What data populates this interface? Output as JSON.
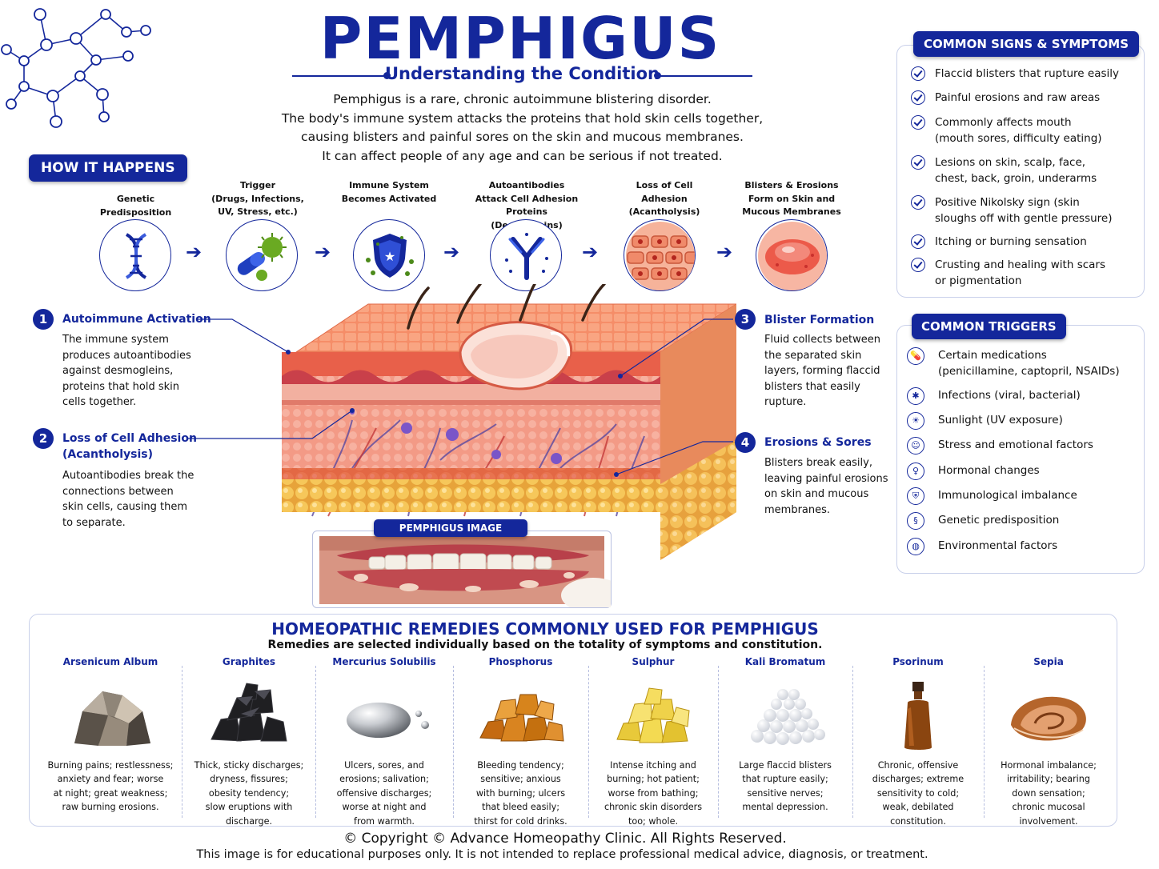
{
  "header": {
    "title": "PEMPHIGUS",
    "subtitle": "Understanding the Condition",
    "intro": [
      "Pemphigus is a rare, chronic autoimmune blistering disorder.",
      "The body's immune system attacks the proteins that hold skin cells together,",
      "causing blisters and painful sores on the skin and mucous membranes.",
      "It can affect people of any age and can be serious if not treated."
    ]
  },
  "how_it_happens": {
    "heading": "HOW IT HAPPENS",
    "steps": [
      {
        "label": [
          "Genetic",
          "Predisposition"
        ],
        "icon": "dna-icon"
      },
      {
        "label": [
          "Trigger",
          "(Drugs, Infections,",
          "UV, Stress, etc.)"
        ],
        "icon": "pill-virus-icon"
      },
      {
        "label": [
          "Immune System",
          "Becomes Activated"
        ],
        "icon": "shield-icon"
      },
      {
        "label": [
          "Autoantibodies",
          "Attack Cell Adhesion",
          "Proteins (Desmogleins)"
        ],
        "icon": "antibody-icon"
      },
      {
        "label": [
          "Loss of Cell",
          "Adhesion (Acantholysis)"
        ],
        "icon": "cells-icon"
      },
      {
        "label": [
          "Blisters & Erosions",
          "Form on Skin and",
          "Mucous Membranes"
        ],
        "icon": "blister-icon"
      }
    ]
  },
  "points": [
    {
      "num": "1",
      "title": [
        "Autoimmune Activation"
      ],
      "body": [
        "The immune system",
        "produces autoantibodies",
        "against desmogleins,",
        "proteins that hold skin",
        "cells together."
      ]
    },
    {
      "num": "2",
      "title": [
        "Loss of Cell Adhesion",
        "(Acantholysis)"
      ],
      "body": [
        "Autoantibodies break the",
        "connections between",
        "skin cells, causing them",
        "to separate."
      ]
    },
    {
      "num": "3",
      "title": [
        "Blister Formation"
      ],
      "body": [
        "Fluid collects between",
        "the separated skin",
        "layers, forming flaccid",
        "blisters that easily",
        "rupture."
      ]
    },
    {
      "num": "4",
      "title": [
        "Erosions & Sores"
      ],
      "body": [
        "Blisters break easily,",
        "leaving painful erosions",
        "on skin and mucous",
        "membranes."
      ]
    }
  ],
  "image_label": "PEMPHIGUS IMAGE",
  "symptoms": {
    "heading": "COMMON SIGNS & SYMPTOMS",
    "items": [
      [
        "Flaccid blisters that rupture easily"
      ],
      [
        "Painful erosions and raw areas"
      ],
      [
        "Commonly affects mouth",
        "(mouth sores, difficulty eating)"
      ],
      [
        "Lesions on skin, scalp, face,",
        "chest, back, groin, underarms"
      ],
      [
        "Positive Nikolsky sign (skin",
        "sloughs off with gentle pressure)"
      ],
      [
        "Itching or burning sensation"
      ],
      [
        "Crusting and healing with scars",
        "or pigmentation"
      ]
    ]
  },
  "triggers": {
    "heading": "COMMON TRIGGERS",
    "items": [
      {
        "text": [
          "Certain medications",
          "(penicillamine, captopril, NSAIDs)"
        ],
        "icon": "pill-icon"
      },
      {
        "text": [
          "Infections (viral, bacterial)"
        ],
        "icon": "microbe-icon"
      },
      {
        "text": [
          "Sunlight (UV exposure)"
        ],
        "icon": "sun-icon"
      },
      {
        "text": [
          "Stress and emotional factors"
        ],
        "icon": "head-icon"
      },
      {
        "text": [
          "Hormonal changes"
        ],
        "icon": "female-icon"
      },
      {
        "text": [
          "Immunological imbalance"
        ],
        "icon": "shield-icon"
      },
      {
        "text": [
          "Genetic predisposition"
        ],
        "icon": "dna-icon"
      },
      {
        "text": [
          "Environmental factors"
        ],
        "icon": "globe-icon"
      }
    ]
  },
  "remedies": {
    "title": "HOMEOPATHIC REMEDIES COMMONLY USED FOR PEMPHIGUS",
    "subtitle": "Remedies are selected individually based on the totality of symptoms and constitution.",
    "items": [
      {
        "name": "Arsenicum Album",
        "desc": [
          "Burning pains; restlessness;",
          "anxiety and fear; worse",
          "at night; great weakness;",
          "raw burning erosions."
        ],
        "icon": "mineral-rock-icon"
      },
      {
        "name": "Graphites",
        "desc": [
          "Thick, sticky discharges;",
          "dryness, fissures;",
          "obesity tendency;",
          "slow eruptions with",
          "discharge."
        ],
        "icon": "graphite-icon"
      },
      {
        "name": "Mercurius Solubilis",
        "desc": [
          "Ulcers, sores, and",
          "erosions; salivation;",
          "offensive discharges;",
          "worse at night and",
          "from warmth."
        ],
        "icon": "mercury-icon"
      },
      {
        "name": "Phosphorus",
        "desc": [
          "Bleeding tendency;",
          "sensitive; anxious",
          "with burning; ulcers",
          "that bleed easily;",
          "thirst for cold drinks."
        ],
        "icon": "phosphorus-icon"
      },
      {
        "name": "Sulphur",
        "desc": [
          "Intense itching and",
          "burning; hot patient;",
          "worse from bathing;",
          "chronic skin disorders",
          "too; whole."
        ],
        "icon": "sulphur-icon"
      },
      {
        "name": "Kali Bromatum",
        "desc": [
          "Large flaccid blisters",
          "that rupture easily;",
          "sensitive nerves;",
          "mental depression."
        ],
        "icon": "pellets-icon"
      },
      {
        "name": "Psorinum",
        "desc": [
          "Chronic, offensive",
          "discharges; extreme",
          "sensitivity to cold;",
          "weak, debilated",
          "constitution."
        ],
        "icon": "bottle-icon"
      },
      {
        "name": "Sepia",
        "desc": [
          "Hormonal imbalance;",
          "irritability; bearing",
          "down sensation;",
          "chronic mucosal",
          "involvement."
        ],
        "icon": "shell-icon"
      }
    ]
  },
  "footer": {
    "copyright": "© Copyright © Advance Homeopathy Clinic. All Rights Reserved.",
    "disclaimer": "This image is for educational purposes only. It is not intended to replace professional medical advice, diagnosis, or treatment."
  },
  "colors": {
    "navy": "#14279b",
    "skin": "#f08a6a",
    "blister": "#e84a3e"
  }
}
